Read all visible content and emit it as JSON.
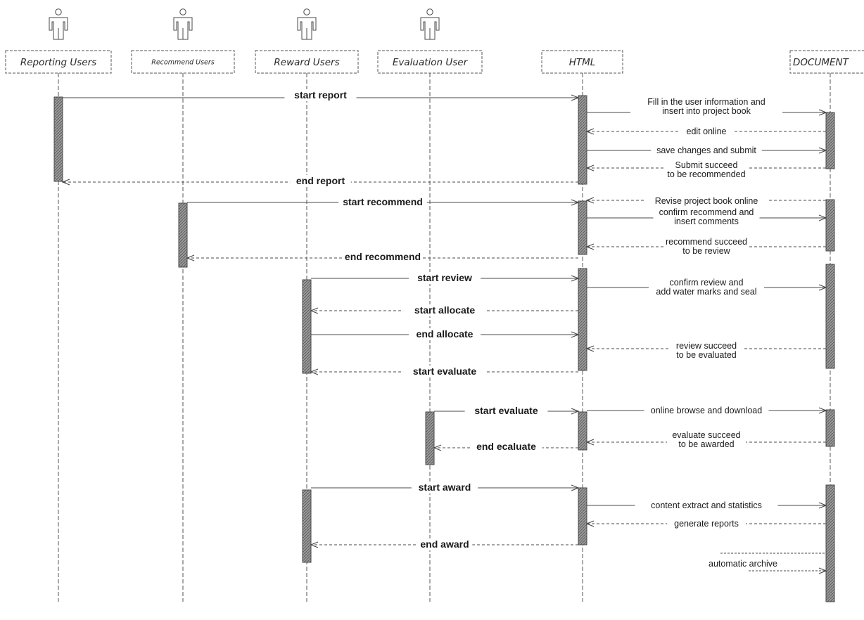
{
  "diagram": {
    "participants": [
      {
        "id": "reporting",
        "label": "Reporting Users",
        "stick_figure": true
      },
      {
        "id": "recommend",
        "label": "Recommend Users",
        "stick_figure": true
      },
      {
        "id": "reward",
        "label": "Reward Users",
        "stick_figure": true
      },
      {
        "id": "evaluation",
        "label": "Evaluation User",
        "stick_figure": true
      },
      {
        "id": "html",
        "label": "HTML",
        "stick_figure": false
      },
      {
        "id": "document",
        "label": "DOCUMENT",
        "stick_figure": false
      }
    ],
    "messages": [
      {
        "id": "m1",
        "from": "reporting",
        "to": "html",
        "style": "solid",
        "text": [
          "start report"
        ],
        "bold": true
      },
      {
        "id": "m2",
        "from": "html",
        "to": "document",
        "style": "solid",
        "text": [
          "Fill in the user information and",
          "insert into project book"
        ],
        "bold": false
      },
      {
        "id": "m3",
        "from": "document",
        "to": "html",
        "style": "dashed",
        "text": [
          "edit online"
        ],
        "bold": false
      },
      {
        "id": "m4",
        "from": "html",
        "to": "document",
        "style": "solid",
        "text": [
          "save changes and submit"
        ],
        "bold": false
      },
      {
        "id": "m5",
        "from": "document",
        "to": "html",
        "style": "dashed",
        "text": [
          "Submit succeed",
          "to be recommended"
        ],
        "bold": false
      },
      {
        "id": "m6",
        "from": "html",
        "to": "reporting",
        "style": "dashed",
        "text": [
          "end report"
        ],
        "bold": true
      },
      {
        "id": "m7",
        "from": "recommend",
        "to": "html",
        "style": "solid",
        "text": [
          "start recommend"
        ],
        "bold": true
      },
      {
        "id": "m8",
        "from": "document",
        "to": "html",
        "style": "dashed",
        "text": [
          "Revise project book online"
        ],
        "bold": false
      },
      {
        "id": "m9",
        "from": "html",
        "to": "document",
        "style": "solid",
        "text": [
          "confirm recommend  and",
          "insert comments"
        ],
        "bold": false
      },
      {
        "id": "m10",
        "from": "document",
        "to": "html",
        "style": "dashed",
        "text": [
          "recommend succeed",
          "to be review"
        ],
        "bold": false
      },
      {
        "id": "m11",
        "from": "html",
        "to": "recommend",
        "style": "dashed",
        "text": [
          "end recommend"
        ],
        "bold": true
      },
      {
        "id": "m12",
        "from": "reward",
        "to": "html",
        "style": "solid",
        "text": [
          "start review"
        ],
        "bold": true
      },
      {
        "id": "m13",
        "from": "html",
        "to": "document",
        "style": "solid",
        "text": [
          "confirm review and",
          "add water marks and seal"
        ],
        "bold": false
      },
      {
        "id": "m14",
        "from": "html",
        "to": "reward",
        "style": "dashed",
        "text": [
          "start allocate"
        ],
        "bold": true
      },
      {
        "id": "m15",
        "from": "reward",
        "to": "html",
        "style": "solid",
        "text": [
          "end allocate"
        ],
        "bold": true
      },
      {
        "id": "m16",
        "from": "document",
        "to": "html",
        "style": "dashed",
        "text": [
          "review succeed",
          "to be evaluated"
        ],
        "bold": false
      },
      {
        "id": "m17",
        "from": "html",
        "to": "reward",
        "style": "dashed",
        "text": [
          "start evaluate"
        ],
        "bold": true
      },
      {
        "id": "m18",
        "from": "evaluation",
        "to": "html",
        "style": "solid",
        "text": [
          "start evaluate"
        ],
        "bold": true
      },
      {
        "id": "m19",
        "from": "html",
        "to": "document",
        "style": "solid",
        "text": [
          "online browse and download"
        ],
        "bold": false
      },
      {
        "id": "m20",
        "from": "document",
        "to": "html",
        "style": "dashed",
        "text": [
          "evaluate succeed",
          "to be awarded"
        ],
        "bold": false
      },
      {
        "id": "m21",
        "from": "html",
        "to": "evaluation",
        "style": "dashed",
        "text": [
          "end ecaluate"
        ],
        "bold": true
      },
      {
        "id": "m22",
        "from": "reward",
        "to": "html",
        "style": "solid",
        "text": [
          "start award"
        ],
        "bold": true
      },
      {
        "id": "m23",
        "from": "html",
        "to": "document",
        "style": "solid",
        "text": [
          "content extract and statistics"
        ],
        "bold": false
      },
      {
        "id": "m24",
        "from": "document",
        "to": "html",
        "style": "dashed",
        "text": [
          "generate reports"
        ],
        "bold": false
      },
      {
        "id": "m25",
        "from": "html",
        "to": "reward",
        "style": "dashed",
        "text": [
          "end award"
        ],
        "bold": true
      },
      {
        "id": "m26",
        "from": "document",
        "to": "document",
        "style": "dashed",
        "text": [
          "automatic archive"
        ],
        "bold": false
      }
    ],
    "colors": {
      "line": "#4a4a4a",
      "activation_fill": "#8c8c8c",
      "text": "#1a1a1a"
    }
  }
}
